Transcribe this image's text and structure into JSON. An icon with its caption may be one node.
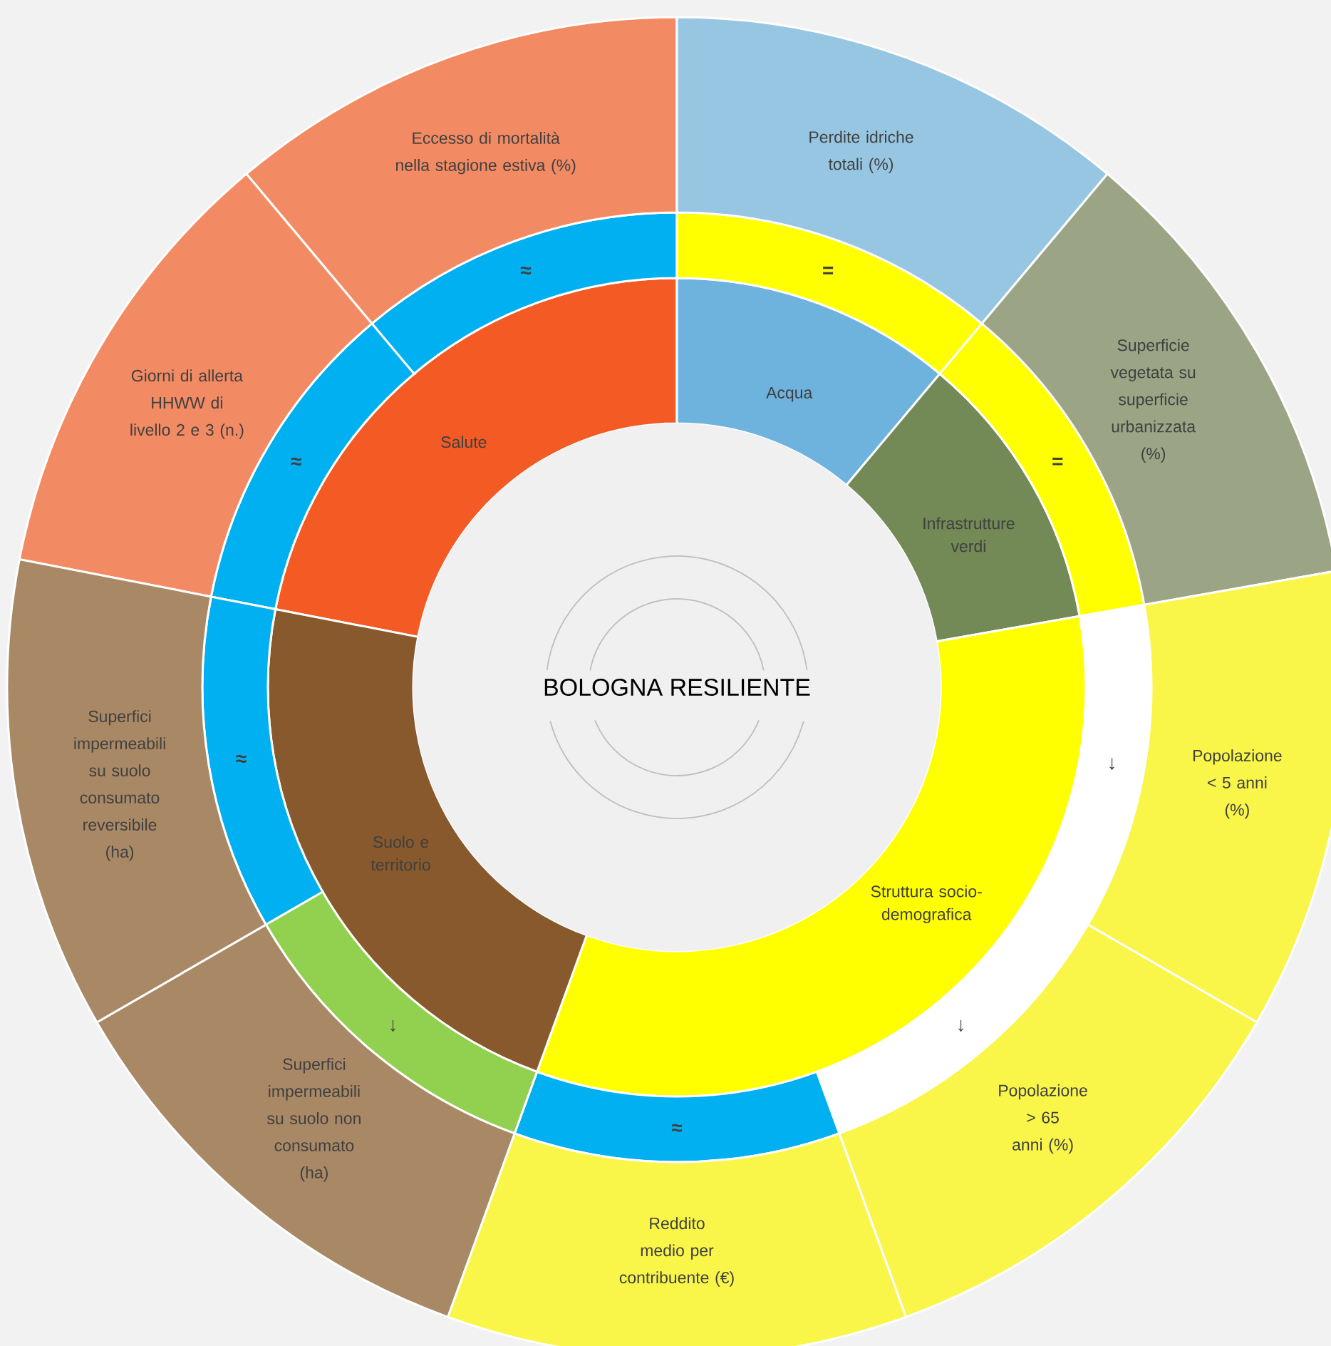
{
  "diagram": {
    "nodes": [
      {
        "text": [
          "BOLOGNA  RESILIENTE"
        ]
      },
      {
        "text": [
          "Salute"
        ]
      },
      {
        "text": [
          "Acqua"
        ]
      },
      {
        "text": [
          "Infrastrutture verdi"
        ]
      },
      {
        "text": [
          "Struttura socio- demografica"
        ]
      },
      {
        "text": [
          "Suolo e territorio"
        ]
      },
      {
        "text": [
          "≈"
        ]
      },
      {
        "text": [
          "≈"
        ]
      },
      {
        "text": [
          "="
        ]
      },
      {
        "text": [
          "="
        ]
      },
      {
        "text": [
          "↓",
          "↓"
        ]
      },
      {
        "text": [
          "≈"
        ]
      },
      {
        "text": [
          "≈"
        ]
      },
      {
        "text": [
          "↓"
        ]
      },
      {
        "text": [
          "Eccesso di mortalità nella stagione estiva (%)"
        ]
      },
      {
        "text": [
          "Giorni di allerta HHWW di livello 2 e 3 (n.)"
        ]
      },
      {
        "text": [
          "Perdite idriche totali (%)"
        ]
      },
      {
        "text": [
          "Superficie vegetata su superficie urbanizzata (%)"
        ]
      },
      {
        "text": [
          "Popolazione < 5 anni (%)"
        ]
      },
      {
        "text": [
          "Popolazione > 65 anni (%)"
        ]
      },
      {
        "text": [
          "Reddito medio per contribuente (€)"
        ]
      },
      {
        "text": [
          "Superfici impermeabili su suolo non consumato (ha)"
        ]
      },
      {
        "text": [
          "Superfici impermeabili su suolo consumato reversibile (ha)"
        ]
      }
    ]
  }
}
